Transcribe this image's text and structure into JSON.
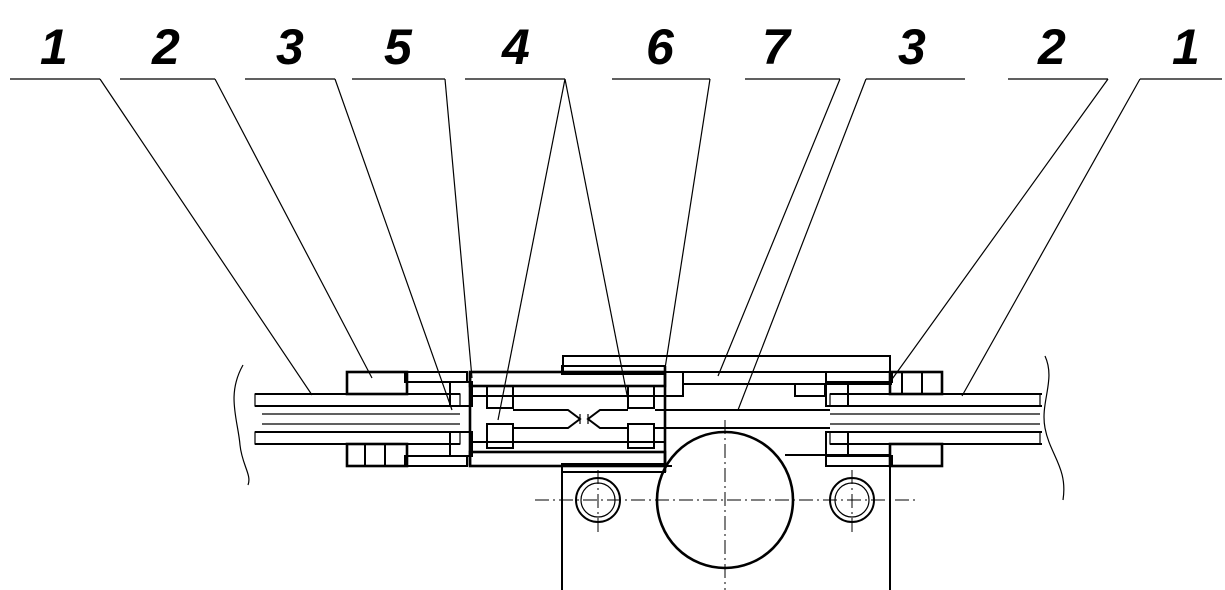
{
  "callouts": [
    {
      "label": "1"
    },
    {
      "label": "2"
    },
    {
      "label": "3"
    },
    {
      "label": "5"
    },
    {
      "label": "4"
    },
    {
      "label": "6"
    },
    {
      "label": "7"
    },
    {
      "label": "3"
    },
    {
      "label": "2"
    },
    {
      "label": "1"
    }
  ]
}
